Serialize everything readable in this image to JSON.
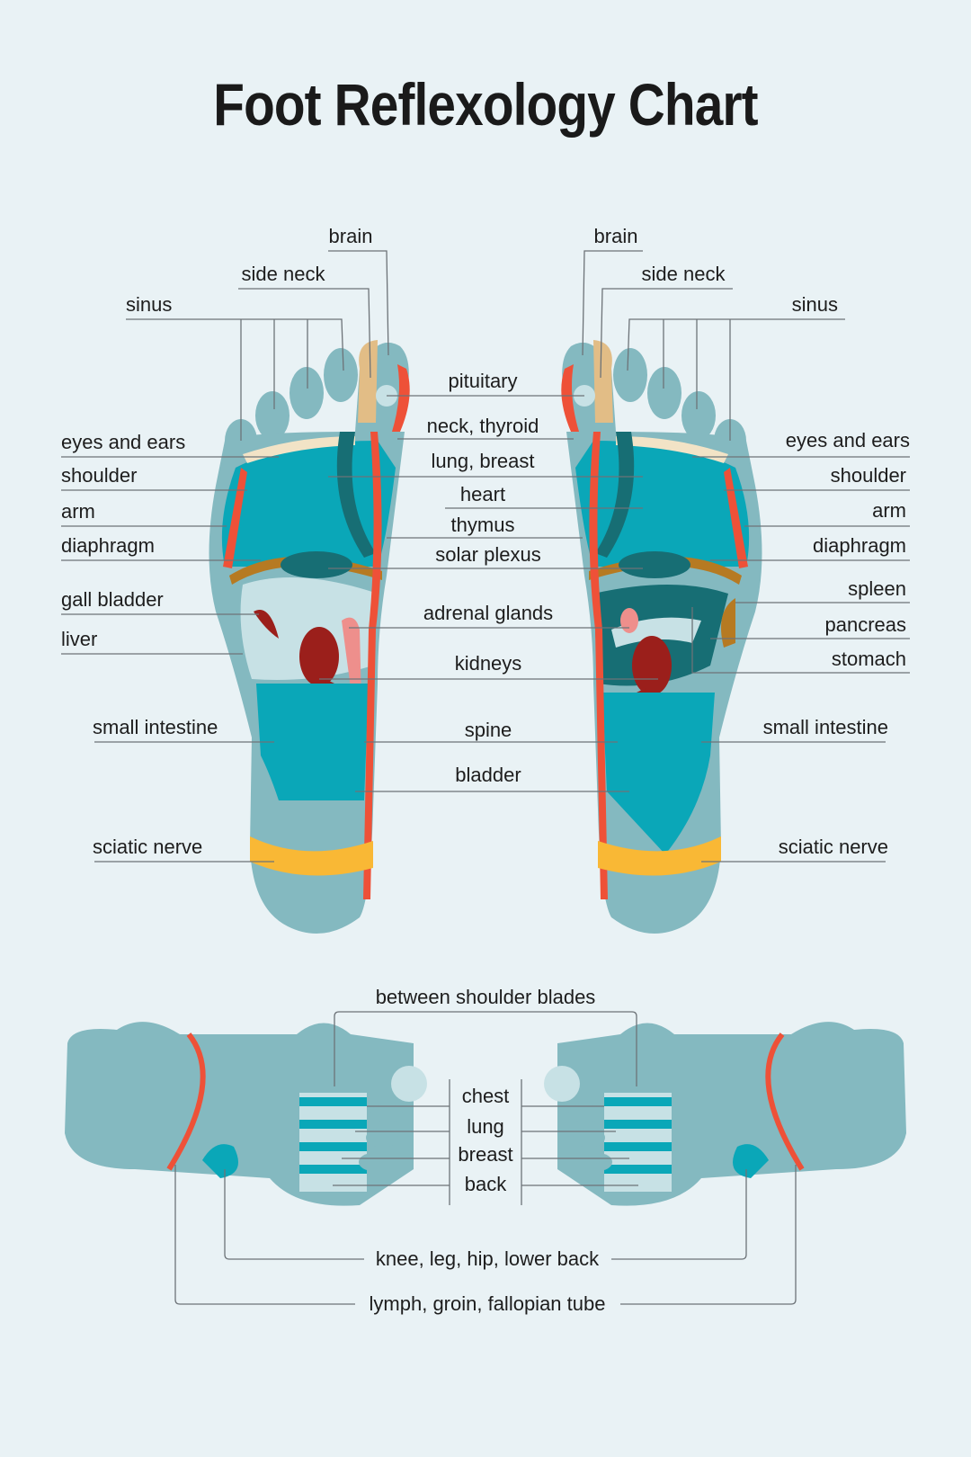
{
  "title": "Foot Reflexology Chart",
  "colors": {
    "background": "#e9f2f5",
    "foot_base": "#84b9c0",
    "teal_bright": "#0aa7b8",
    "teal_dark": "#176e74",
    "light_zone": "#c7e1e5",
    "spine_red": "#ee5138",
    "kidney_red": "#9b1f1b",
    "adrenal_pink": "#ee8f8c",
    "sciatic_yellow": "#f9b835",
    "diaphragm_brown": "#b67a22",
    "side_neck_tan": "#e2bd86",
    "shoulder_cream": "#f2e3c6",
    "leader_line": "#6d7378"
  },
  "sole_view": {
    "left_foot_labels": [
      "sinus",
      "eyes and ears",
      "shoulder",
      "arm",
      "diaphragm",
      "gall bladder",
      "liver",
      "small intestine",
      "sciatic nerve"
    ],
    "right_foot_labels": [
      "sinus",
      "eyes and ears",
      "shoulder",
      "arm",
      "diaphragm",
      "spleen",
      "pancreas",
      "stomach",
      "small intestine",
      "sciatic nerve"
    ],
    "top_labels": {
      "left_brain": "brain",
      "left_side_neck": "side neck",
      "right_brain": "brain",
      "right_side_neck": "side neck"
    },
    "center_labels": [
      "pituitary",
      "neck, thyroid",
      "lung, breast",
      "heart",
      "thymus",
      "solar plexus",
      "adrenal glands",
      "kidneys",
      "spine",
      "bladder"
    ]
  },
  "top_view": {
    "top_label": "between shoulder blades",
    "center_labels": [
      "chest",
      "lung",
      "breast",
      "back"
    ],
    "bottom_labels": [
      "knee, leg, hip, lower back",
      "lymph, groin, fallopian tube"
    ]
  }
}
